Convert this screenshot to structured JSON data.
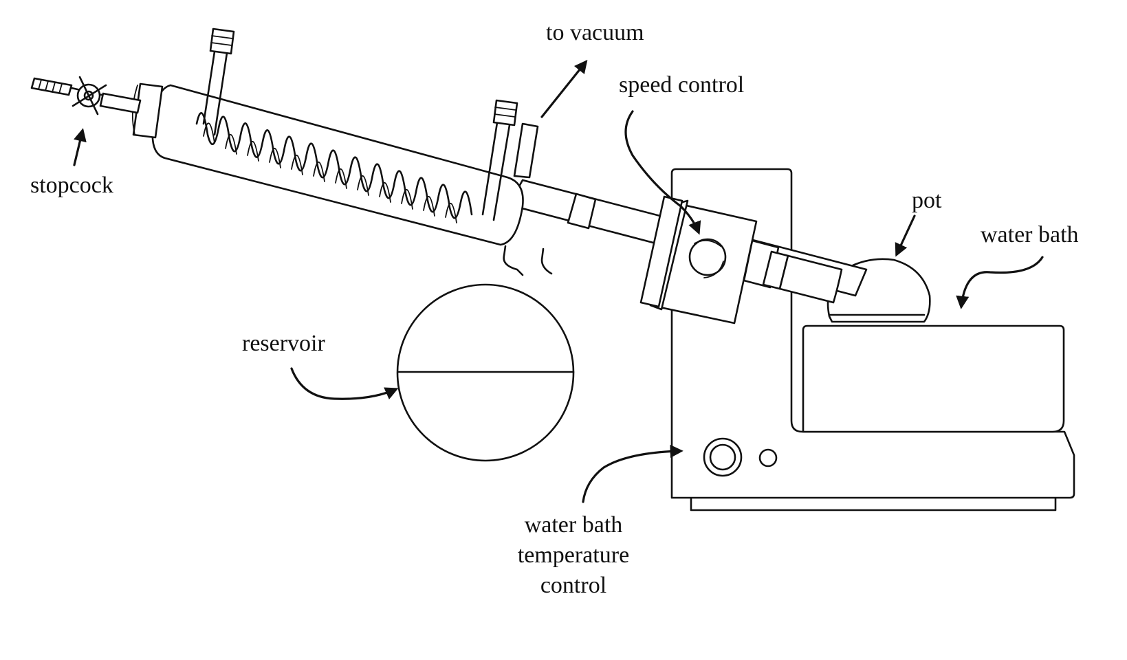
{
  "labels": {
    "to_vacuum": "to vacuum",
    "speed_control": "speed control",
    "stopcock": "stopcock",
    "pot": "pot",
    "water_bath": "water bath",
    "reservoir": "reservoir",
    "temp_control_line1": "water bath",
    "temp_control_line2": "temperature",
    "temp_control_line3": "control"
  },
  "colors": {
    "stroke": "#111111",
    "background": "#ffffff"
  }
}
